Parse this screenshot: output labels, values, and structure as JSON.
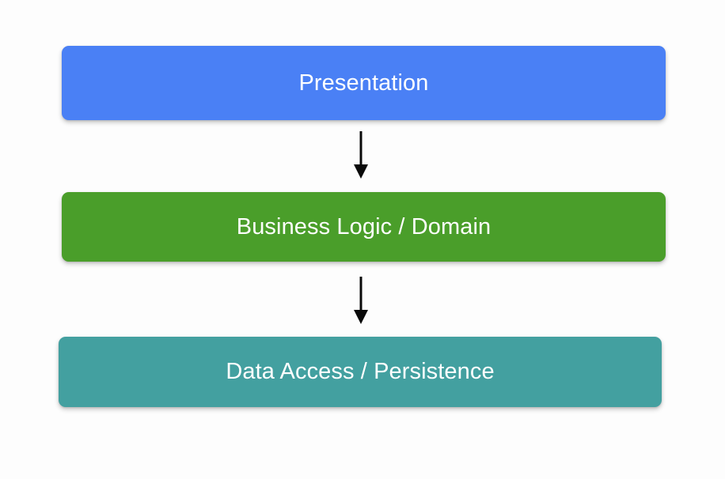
{
  "diagram": {
    "type": "layered-architecture-flow",
    "title": "",
    "background_color": "#fdfdfd",
    "layers": [
      {
        "id": "presentation",
        "label": "Presentation",
        "color": "#4a80f5",
        "text_color": "#ffffff"
      },
      {
        "id": "business-logic",
        "label": "Business Logic / Domain",
        "color": "#4a9e2a",
        "text_color": "#ffffff"
      },
      {
        "id": "data-access",
        "label": "Data Access / Persistence",
        "color": "#43a0a0",
        "text_color": "#ffffff"
      }
    ],
    "connectors": [
      {
        "id": "presentation-to-business",
        "from": "presentation",
        "to": "business-logic",
        "direction": "down",
        "color": "#0a0a0a"
      },
      {
        "id": "business-to-data",
        "from": "business-logic",
        "to": "data-access",
        "direction": "down",
        "color": "#0a0a0a"
      }
    ]
  }
}
